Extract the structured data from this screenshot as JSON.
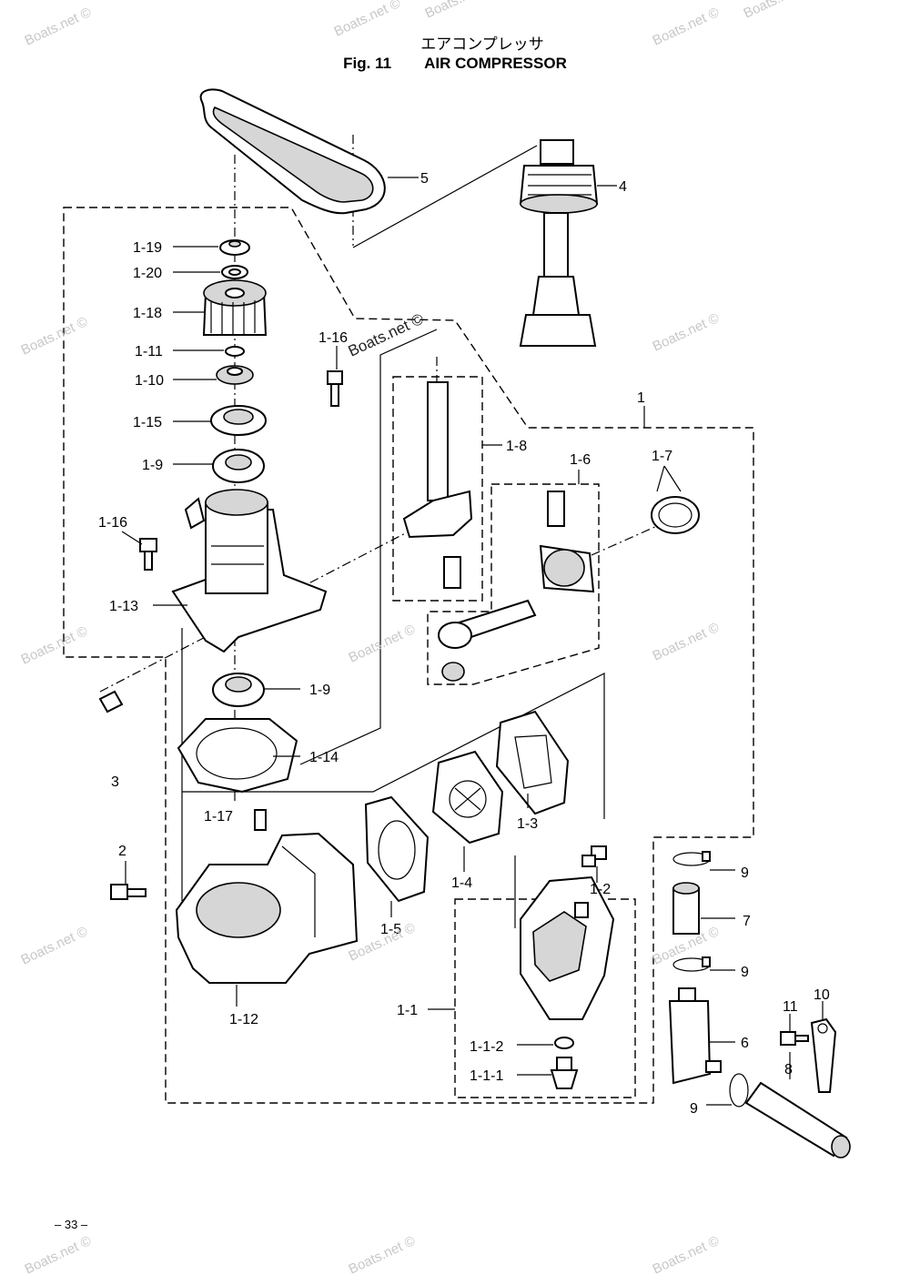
{
  "header": {
    "title_jp": "エアコンプレッサ",
    "fig_number": "Fig. 11",
    "fig_title": "AIR COMPRESSOR"
  },
  "callouts": [
    "5",
    "4",
    "1-19",
    "1-20",
    "1-18",
    "1-11",
    "1-10",
    "1-15",
    "1-9",
    "1-16",
    "1-16",
    "1-13",
    "1-9",
    "1-14",
    "3",
    "1-17",
    "1-8",
    "1-6",
    "1-7",
    "1",
    "1-3",
    "1-4",
    "1-5",
    "2",
    "1-12",
    "1-2",
    "1-1",
    "1-1-2",
    "1-1-1",
    "9",
    "7",
    "9",
    "6",
    "9",
    "8",
    "11",
    "10"
  ],
  "watermarks": [
    "Boats.net ©",
    "Boats.net ©",
    "Boats.net ©",
    "Boats.net ©",
    "Boats.net ©",
    "Boats.net ©",
    "Boats.net ©",
    "Boats.net ©",
    "Boats.net ©",
    "Boats.net ©",
    "Boats.net ©",
    "Boats.net ©",
    "Boats.net ©",
    "Boats.net ©",
    "Boats.net ©",
    "Boats.net ©",
    "Boats.net ©"
  ],
  "page_number": "– 33 –"
}
